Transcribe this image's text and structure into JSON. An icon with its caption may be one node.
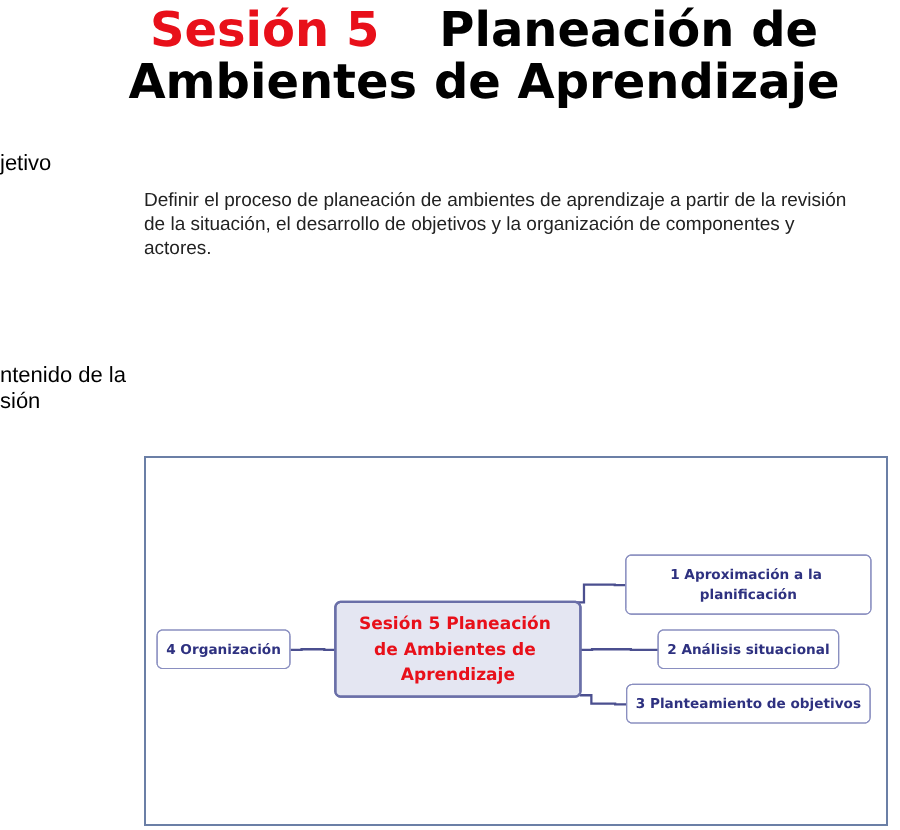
{
  "diagram": {
    "title": "Planeación de Ambientes de Aprendizaje",
    "nodes": [
      {
        "text": [
          "Sesión 5 Planeación de Ambientes de Aprendizaje"
        ]
      },
      {
        "text": [
          "1 Aproximación a la planificación"
        ]
      },
      {
        "text": [
          "2 Análisis situacional"
        ]
      },
      {
        "text": [
          "3 Planteamiento de objetivos"
        ]
      },
      {
        "text": [
          "4 Organización"
        ]
      }
    ],
    "edges": [
      {
        "from": 4,
        "to": 0,
        "arrow": "none"
      },
      {
        "from": 0,
        "to": 1,
        "arrow": "none"
      },
      {
        "from": 0,
        "to": 2,
        "arrow": "none"
      },
      {
        "from": 0,
        "to": 3,
        "arrow": "none"
      }
    ],
    "labels": [
      "Sesión 5",
      "jetivo",
      "Definir el proceso de planeación de ambientes de aprendizaje a partir de la revisión de la situación, el desarrollo de objetivos y la organización de componentes y actores.",
      "ntenido de la sión"
    ]
  }
}
